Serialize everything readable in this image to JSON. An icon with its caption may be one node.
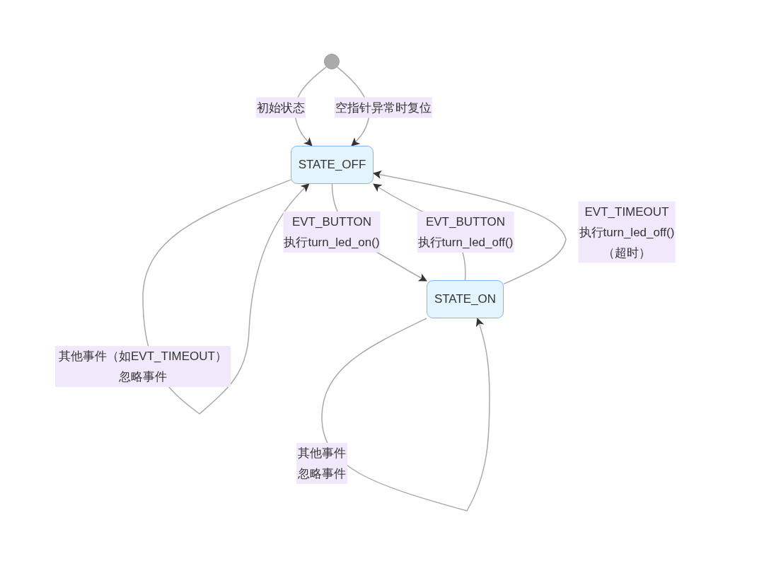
{
  "diagram": {
    "nodes": [
      {
        "text": [],
        "shape": "circle"
      },
      {
        "text": [
          "STATE_OFF"
        ]
      },
      {
        "text": [
          "STATE_ON"
        ]
      }
    ],
    "edges": [
      {
        "from": 0,
        "to": 1,
        "arrow": "to",
        "label": "初始状态"
      },
      {
        "from": 0,
        "to": 1,
        "arrow": "to",
        "label": "空指针异常时复位"
      },
      {
        "from": 1,
        "to": 2,
        "arrow": "to",
        "label": "EVT_BUTTON 执行turn_led_on()"
      },
      {
        "from": 2,
        "to": 1,
        "arrow": "to",
        "label": "EVT_BUTTON 执行turn_led_off()"
      },
      {
        "from": 2,
        "to": 1,
        "arrow": "to",
        "label": "EVT_TIMEOUT 执行turn_led_off()（超时）"
      },
      {
        "from": 1,
        "to": 1,
        "arrow": "to",
        "label": "其他事件（如EVT_TIMEOUT）忽略事件"
      },
      {
        "from": 2,
        "to": 2,
        "arrow": "to",
        "label": "其他事件忽略事件"
      }
    ]
  }
}
